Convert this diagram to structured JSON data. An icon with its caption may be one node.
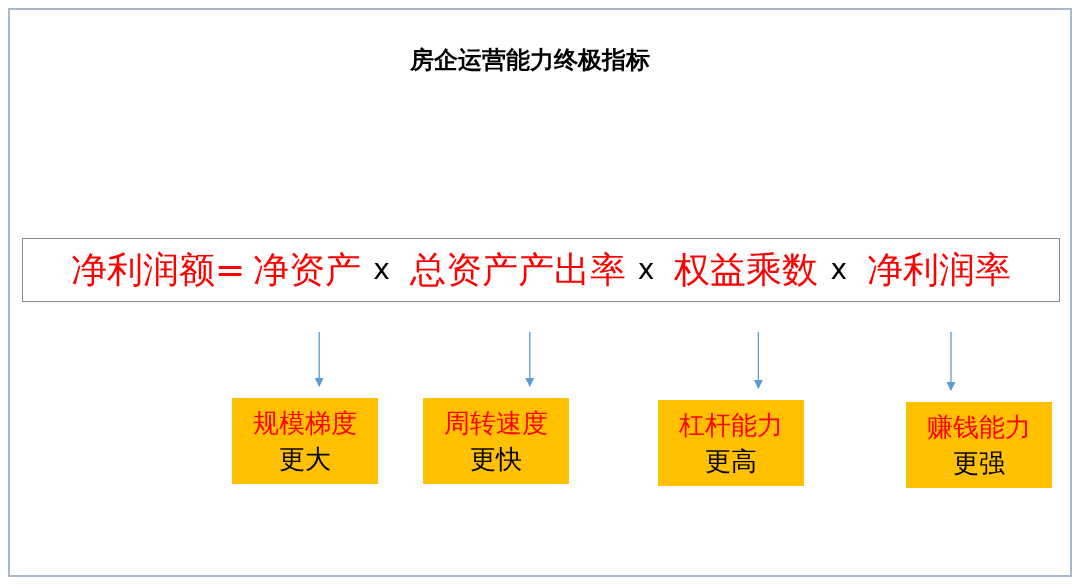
{
  "diagram": {
    "title": "房企运营能力终极指标",
    "nodes": [
      {
        "text": [
          "净利润额=",
          "x",
          "x",
          "x"
        ]
      },
      {
        "text": [
          "净资产"
        ],
        "in": 0
      },
      {
        "text": [
          "总资产产出率"
        ],
        "in": 0
      },
      {
        "text": [
          "权益乘数"
        ],
        "in": 0
      },
      {
        "text": [
          "净利润率"
        ],
        "in": 0
      },
      {
        "text": [
          "规模梯度",
          "更大"
        ]
      },
      {
        "text": [
          "周转速度",
          "更快"
        ]
      },
      {
        "text": [
          "杠杆能力",
          "更高"
        ]
      },
      {
        "text": [
          "赚钱能力",
          "更强"
        ]
      }
    ],
    "edges": [
      {
        "from": 1,
        "to": 5,
        "arrow": "to"
      },
      {
        "from": 2,
        "to": 6,
        "arrow": "to"
      },
      {
        "from": 3,
        "to": 7,
        "arrow": "to"
      },
      {
        "from": 4,
        "to": 8,
        "arrow": "to"
      }
    ]
  }
}
